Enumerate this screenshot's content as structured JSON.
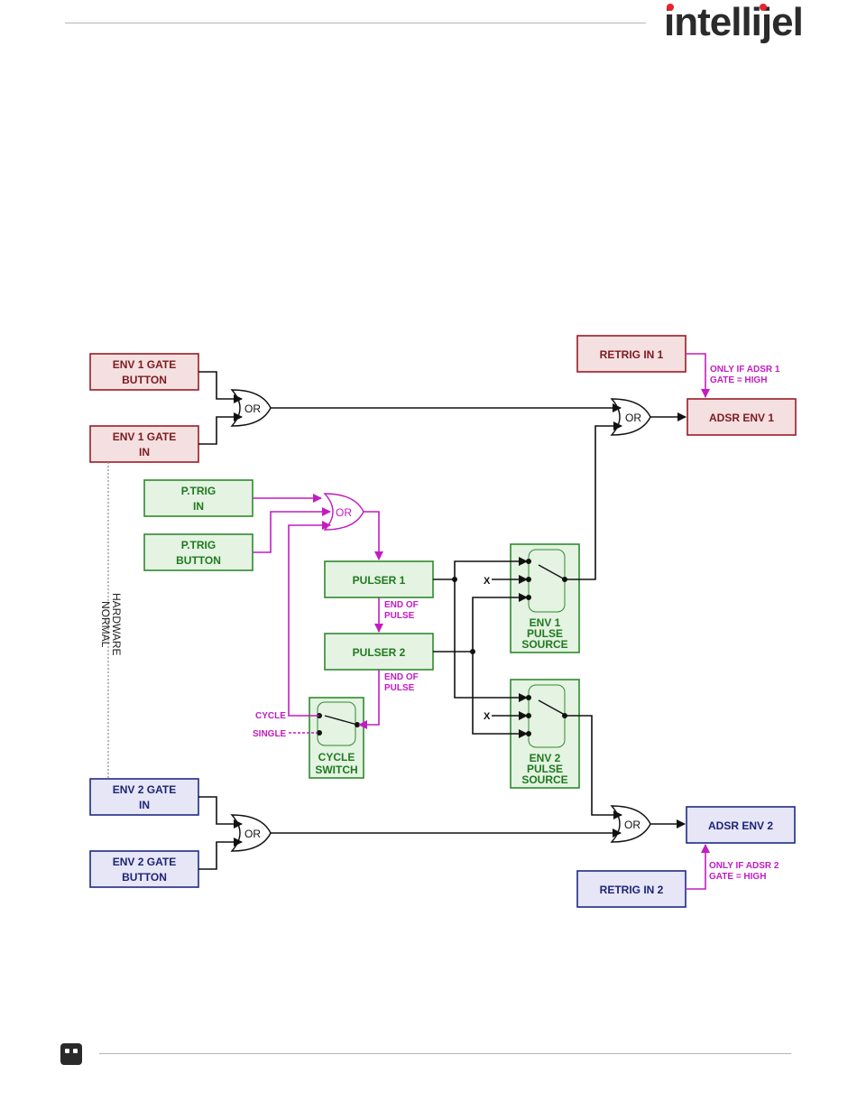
{
  "header": {
    "brand": "intellijel"
  },
  "colors": {
    "red_fill": "#f4e0e1",
    "red_stroke": "#9b1c24",
    "red_text": "#7e1a1f",
    "green_fill": "#e4f3e2",
    "green_stroke": "#2f8a2f",
    "green_text": "#1f7a1f",
    "blue_fill": "#e6e6f6",
    "blue_stroke": "#1f2a85",
    "blue_text": "#1d2475",
    "magenta": "#c21cc2",
    "black": "#111111"
  },
  "blocks": {
    "env1_gate_button": [
      "ENV 1 GATE",
      "BUTTON"
    ],
    "env1_gate_in": [
      "ENV 1 GATE",
      "IN"
    ],
    "ptrig_in": [
      "P.TRIG",
      "IN"
    ],
    "ptrig_button": [
      "P.TRIG",
      "BUTTON"
    ],
    "pulser1": "PULSER 1",
    "pulser2": "PULSER 2",
    "env1_pulse_source": [
      "ENV 1",
      "PULSE",
      "SOURCE"
    ],
    "env2_pulse_source": [
      "ENV 2",
      "PULSE",
      "SOURCE"
    ],
    "cycle_switch": [
      "CYCLE",
      "SWITCH"
    ],
    "env2_gate_in": [
      "ENV 2 GATE",
      "IN"
    ],
    "env2_gate_button": [
      "ENV 2 GATE",
      "BUTTON"
    ],
    "retrig_in1": "RETRIG IN 1",
    "retrig_in2": "RETRIG IN 2",
    "adsr_env1": "ADSR ENV 1",
    "adsr_env2": "ADSR ENV 2"
  },
  "gates": {
    "or": "OR"
  },
  "labels": {
    "end_of_pulse": [
      "END OF",
      "PULSE"
    ],
    "cycle": "CYCLE",
    "single": "SINGLE",
    "x": "X",
    "only_if_adsr1": [
      "ONLY IF ADSR 1",
      "GATE = HIGH"
    ],
    "only_if_adsr2": [
      "ONLY IF ADSR 2",
      "GATE = HIGH"
    ],
    "hardware_normal": [
      "HARDWARE",
      "NORMAL"
    ]
  }
}
